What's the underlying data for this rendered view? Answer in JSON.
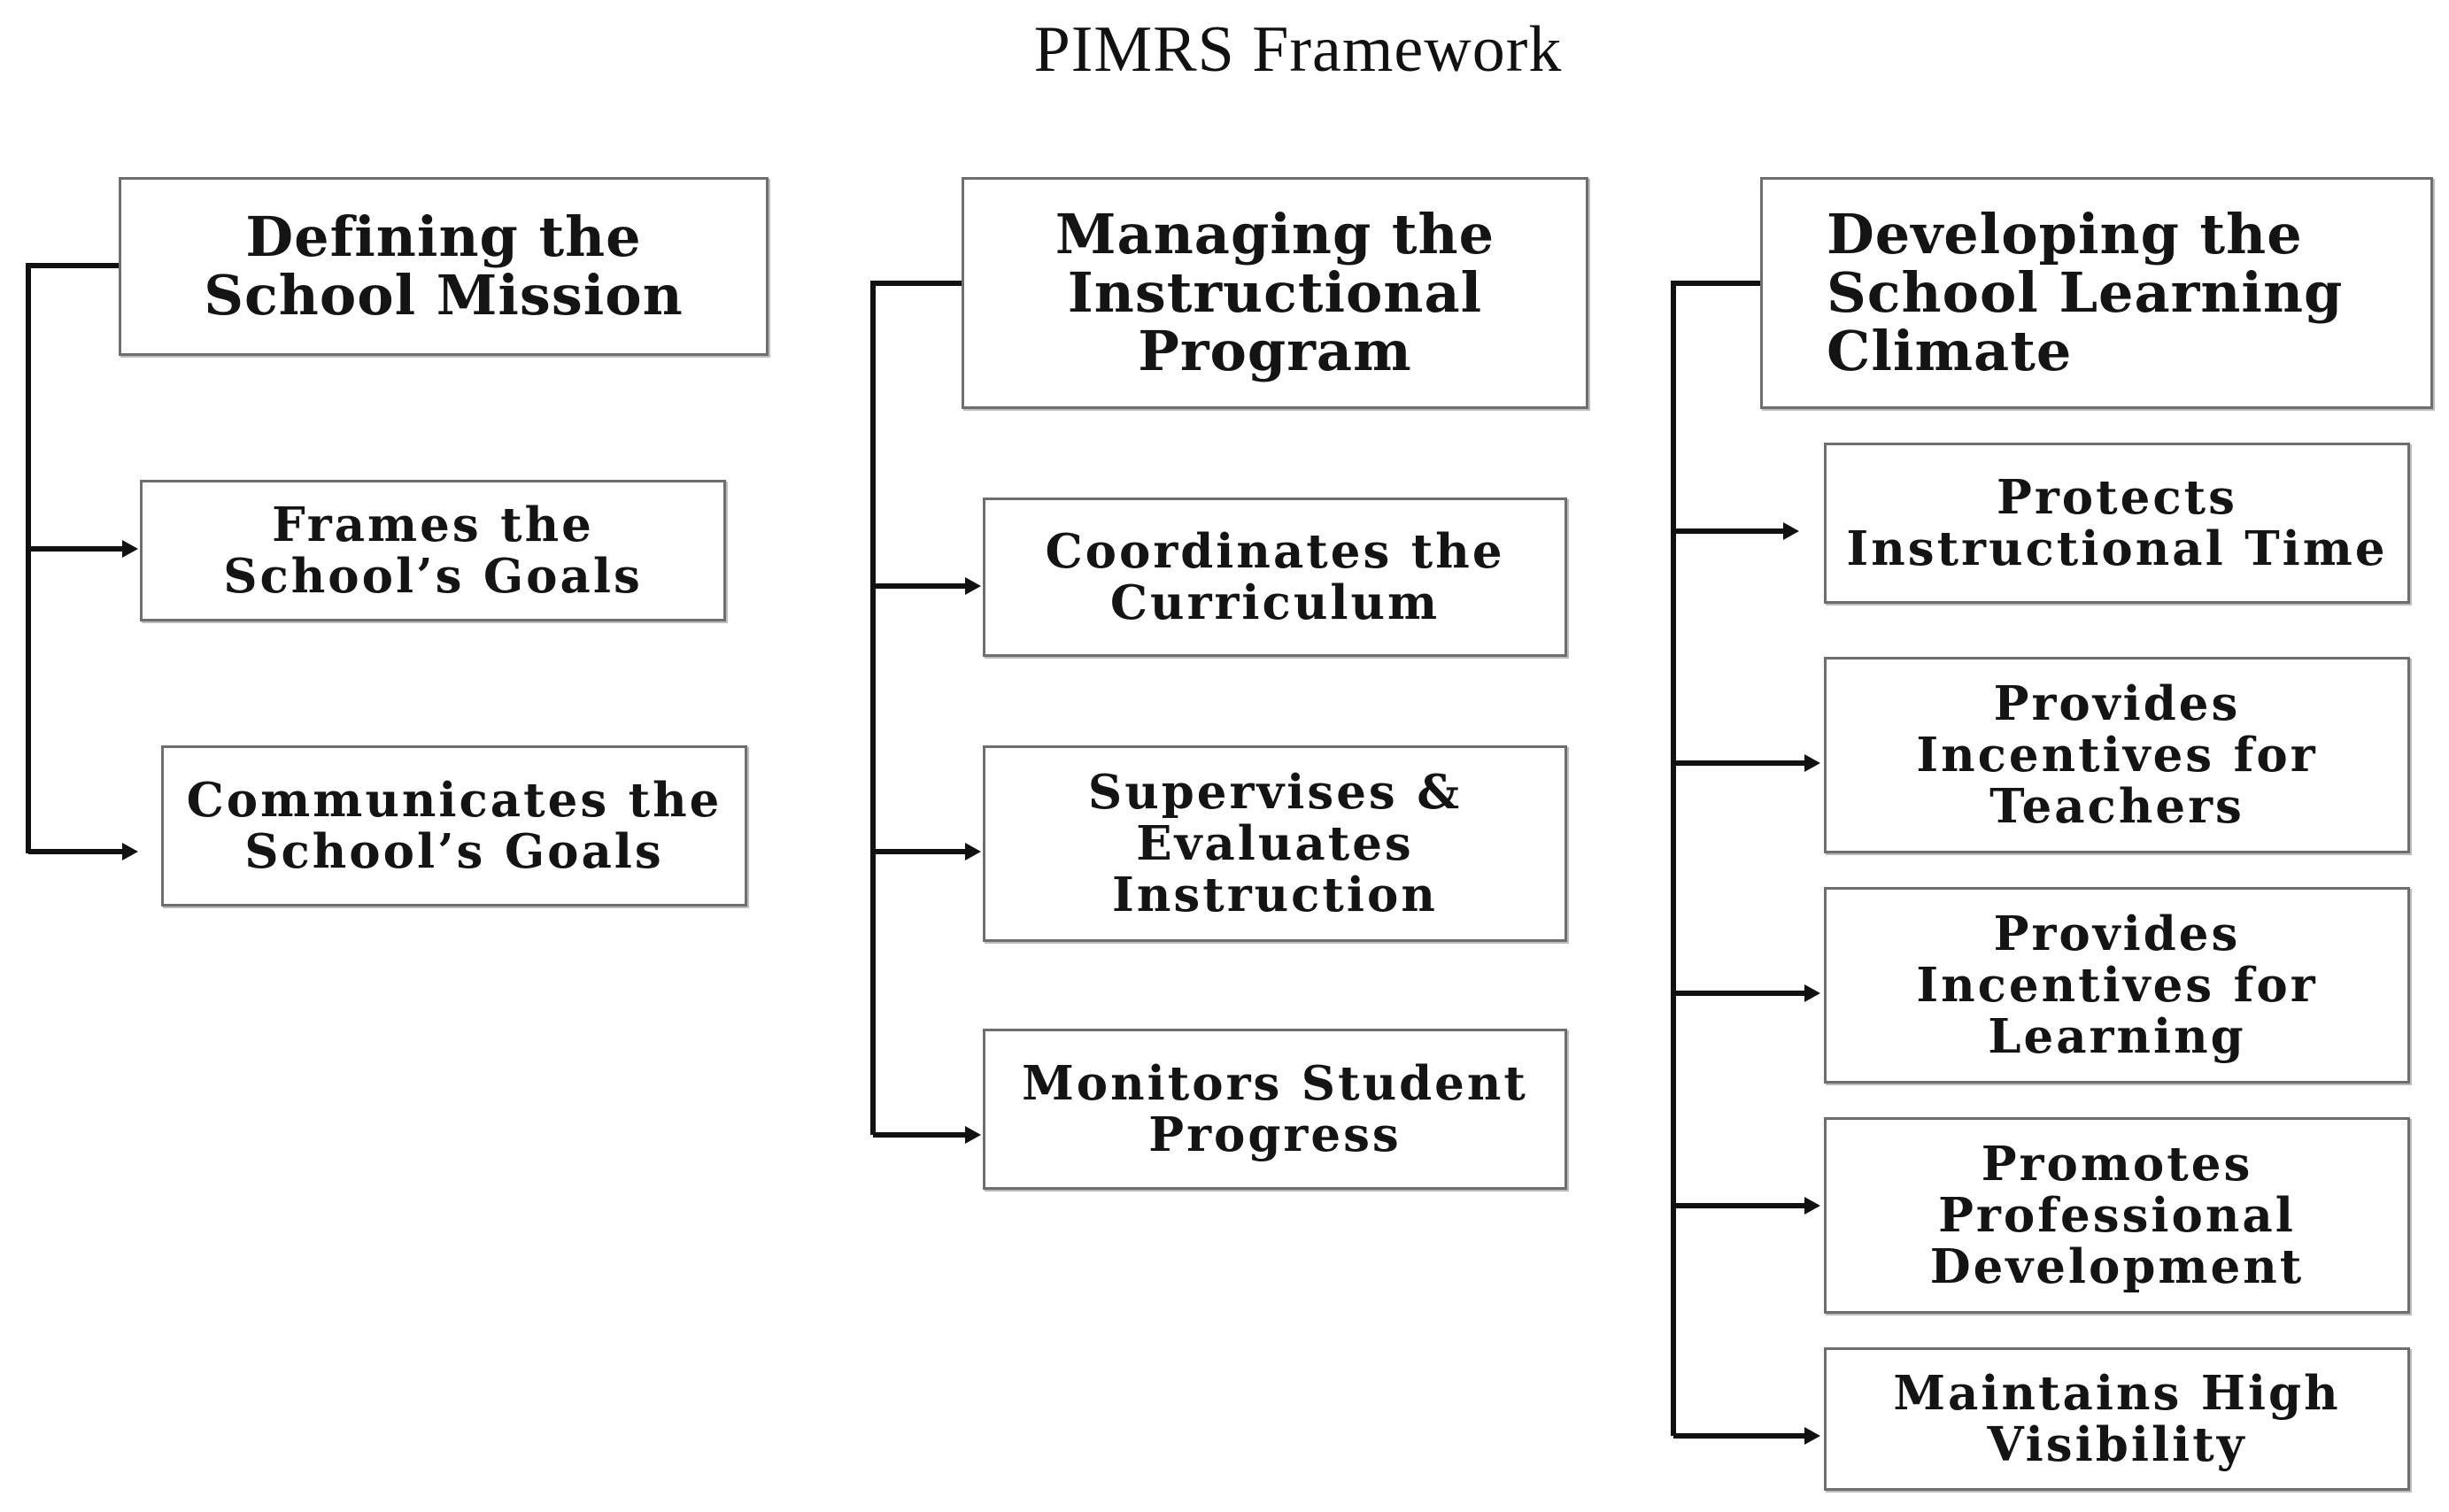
{
  "title": "PIMRS Framework",
  "columns": [
    {
      "heading": "Defining the\nSchool Mission",
      "items": [
        "Frames the\nSchool’s Goals",
        "Communicates the\nSchool’s Goals"
      ]
    },
    {
      "heading": "Managing the\nInstructional\nProgram",
      "items": [
        "Coordinates the\nCurriculum",
        "Supervises &\nEvaluates\nInstruction",
        "Monitors Student\nProgress"
      ]
    },
    {
      "heading": "Developing the\nSchool Learning\nClimate",
      "items": [
        "Protects\nInstructional Time",
        "Provides\nIncentives for\nTeachers",
        "Provides\nIncentives for\nLearning",
        "Promotes\nProfessional\nDevelopment",
        "Maintains High\nVisibility"
      ]
    }
  ]
}
